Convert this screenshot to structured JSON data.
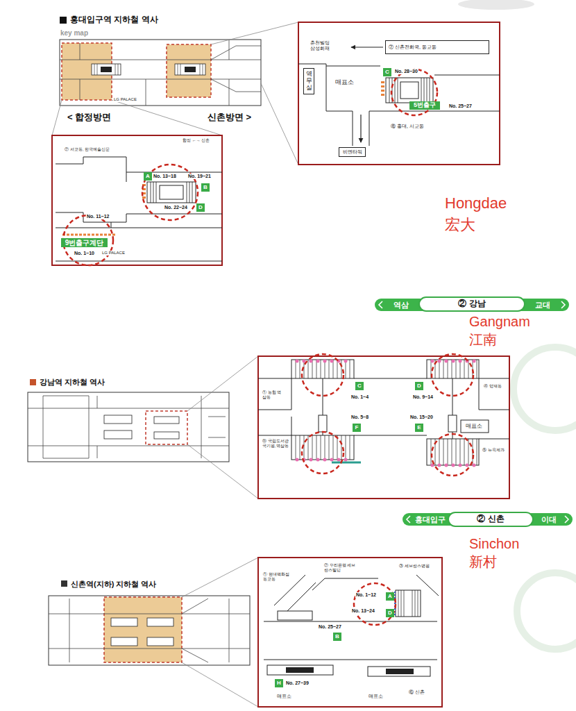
{
  "diagram": {
    "nodes": [
      {
        "text": [
          "⑦ 신촌전화국, 동교동"
        ]
      },
      {
        "text": [
          "역무실"
        ]
      },
      {
        "text": [
          "C"
        ]
      },
      {
        "text": [
          "5번출구"
        ]
      },
      {
        "text": [
          "비엔타워"
        ]
      },
      {
        "text": [
          "A"
        ]
      },
      {
        "text": [
          "B"
        ]
      },
      {
        "text": [
          "D"
        ]
      },
      {
        "text": [
          "9번출구계단"
        ]
      },
      {
        "text": [
          "역삼"
        ]
      },
      {
        "text": [
          "② 강남"
        ]
      },
      {
        "text": [
          "교대"
        ]
      },
      {
        "text": [
          "C"
        ]
      },
      {
        "text": [
          "D"
        ]
      },
      {
        "text": [
          "F"
        ]
      },
      {
        "text": [
          "E"
        ]
      },
      {
        "text": [
          "홍대입구"
        ]
      },
      {
        "text": [
          "② 신촌"
        ]
      },
      {
        "text": [
          "이대"
        ]
      },
      {
        "text": [
          "A"
        ]
      },
      {
        "text": [
          "D"
        ]
      },
      {
        "text": [
          "B"
        ]
      },
      {
        "text": [
          "H"
        ]
      }
    ],
    "labels": [
      "홍대입구역 지하철 역사",
      "key map",
      "LG PALACE",
      "< 합정방면",
      "신촌방면 >",
      "춘천빌딩 삼성화재",
      "매표소",
      "No. 28~30",
      "No. 25~27",
      "⑧ 홍대, 서교동",
      "합정 ←→ 신촌",
      "② 서교동, 한국예술신문",
      "No. 13~18",
      "No. 19~21",
      "No. 22~24",
      "No. 11~12",
      "No. 1~10",
      "LG PALACE",
      "Hongdae",
      "宏大",
      "Gangnam",
      "江南",
      "강남역 지하철 역사",
      "① 농협 역삼동",
      "No. 1~4",
      "No. 9~14",
      "④ 양재동",
      "⑪ 국립도서관 국기원,역삼동",
      "No. 5~8",
      "No. 15~20",
      "매표소",
      "⑤ 뉴욕제과",
      "Sinchon",
      "新村",
      "신촌역(지하) 지하철 역사",
      "① 현대백화점 동교동",
      "② 우리은행 세브란스빌딩",
      "③ 세브란스병원",
      "No. 1~12",
      "No. 13~24",
      "No. 25~27",
      "No. 27~39",
      "매표소",
      "매표소",
      "⑥ 신촌"
    ]
  }
}
